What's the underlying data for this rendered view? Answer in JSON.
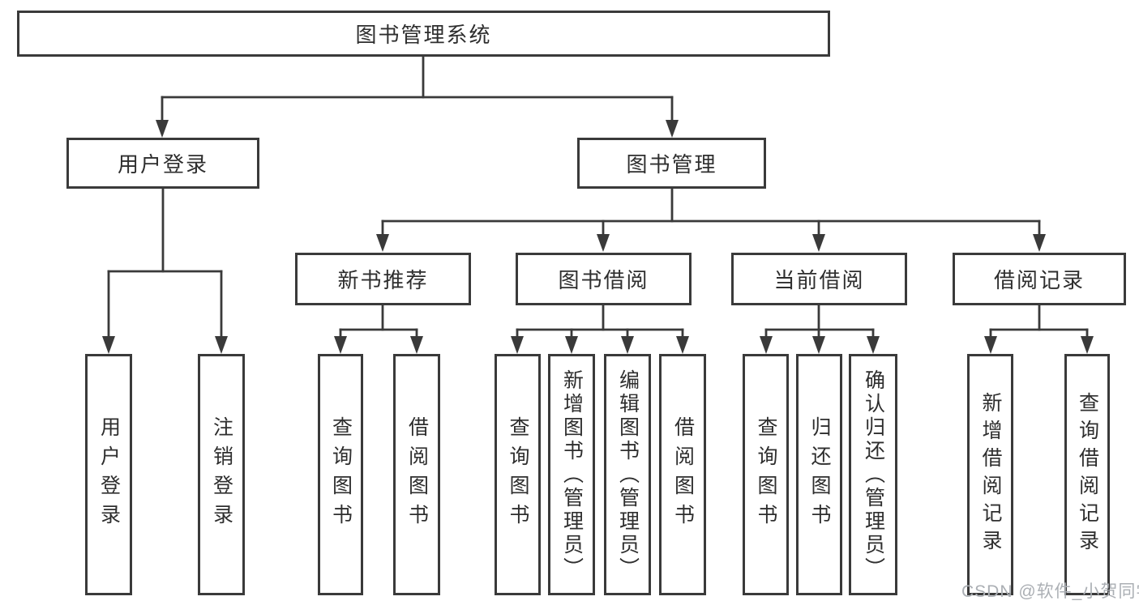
{
  "colors": {
    "line": "#3a3a3a",
    "box_border": "#3a3a3a",
    "text": "#2e2e2e",
    "background": "#ffffff",
    "watermark": "#abafb4"
  },
  "diagram": {
    "root": {
      "label": "图书管理系统"
    },
    "branches": [
      {
        "label": "用户登录",
        "children": [
          {
            "label": "用户登录"
          },
          {
            "label": "注销登录"
          }
        ]
      },
      {
        "label": "图书管理",
        "sections": [
          {
            "label": "新书推荐",
            "children": [
              {
                "label": "查询图书"
              },
              {
                "label": "借阅图书"
              }
            ]
          },
          {
            "label": "图书借阅",
            "children": [
              {
                "label": "查询图书"
              },
              {
                "label": "新增图书（管理员）"
              },
              {
                "label": "编辑图书（管理员）"
              },
              {
                "label": "借阅图书"
              }
            ]
          },
          {
            "label": "当前借阅",
            "children": [
              {
                "label": "查询图书"
              },
              {
                "label": "归还图书"
              },
              {
                "label": "确认归还（管理员）"
              }
            ]
          },
          {
            "label": "借阅记录",
            "children": [
              {
                "label": "新增借阅记录"
              },
              {
                "label": "查询借阅记录"
              }
            ]
          }
        ]
      }
    ]
  },
  "watermark": {
    "text": "CSDN @软件_小贺同学"
  }
}
